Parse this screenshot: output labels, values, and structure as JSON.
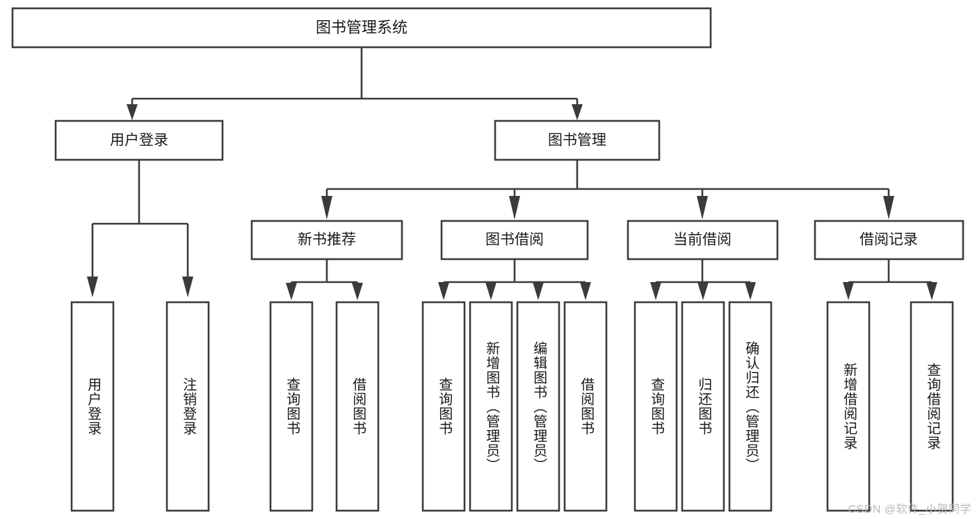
{
  "diagram": {
    "type": "tree",
    "title": "图书管理系统",
    "root": {
      "id": "root",
      "label": "图书管理系统"
    },
    "level1": [
      {
        "id": "user-login",
        "label": "用户登录"
      },
      {
        "id": "book-management",
        "label": "图书管理"
      }
    ],
    "level2": [
      {
        "id": "new-book-recommend",
        "label": "新书推荐",
        "parent": "book-management"
      },
      {
        "id": "book-borrow",
        "label": "图书借阅",
        "parent": "book-management"
      },
      {
        "id": "current-borrow",
        "label": "当前借阅",
        "parent": "book-management"
      },
      {
        "id": "borrow-record",
        "label": "借阅记录",
        "parent": "book-management"
      }
    ],
    "leaves": [
      {
        "id": "leaf-user-login",
        "label": "用户登录",
        "parent": "user-login"
      },
      {
        "id": "leaf-logout",
        "label": "注销登录",
        "parent": "user-login"
      },
      {
        "id": "leaf-query-book-1",
        "label": "查询图书",
        "parent": "new-book-recommend"
      },
      {
        "id": "leaf-borrow-book-1",
        "label": "借阅图书",
        "parent": "new-book-recommend"
      },
      {
        "id": "leaf-query-book-2",
        "label": "查询图书",
        "parent": "book-borrow"
      },
      {
        "id": "leaf-add-book-admin",
        "label": "新增图书（管理员）",
        "parent": "book-borrow"
      },
      {
        "id": "leaf-edit-book-admin",
        "label": "编辑图书（管理员）",
        "parent": "book-borrow"
      },
      {
        "id": "leaf-borrow-book-2",
        "label": "借阅图书",
        "parent": "book-borrow"
      },
      {
        "id": "leaf-query-book-3",
        "label": "查询图书",
        "parent": "current-borrow"
      },
      {
        "id": "leaf-return-book",
        "label": "归还图书",
        "parent": "current-borrow"
      },
      {
        "id": "leaf-confirm-return-admin",
        "label": "确认归还（管理员）",
        "parent": "current-borrow"
      },
      {
        "id": "leaf-add-borrow-record",
        "label": "新增借阅记录",
        "parent": "borrow-record"
      },
      {
        "id": "leaf-query-borrow-record",
        "label": "查询借阅记录",
        "parent": "borrow-record"
      }
    ],
    "colors": {
      "stroke": "#3b3b3b",
      "fill": "#ffffff",
      "text": "#1a1a1a",
      "watermark": "#b9b9b9",
      "background": "#ffffff"
    }
  },
  "watermark": {
    "text": "CSDN @软件_小贺同学"
  }
}
